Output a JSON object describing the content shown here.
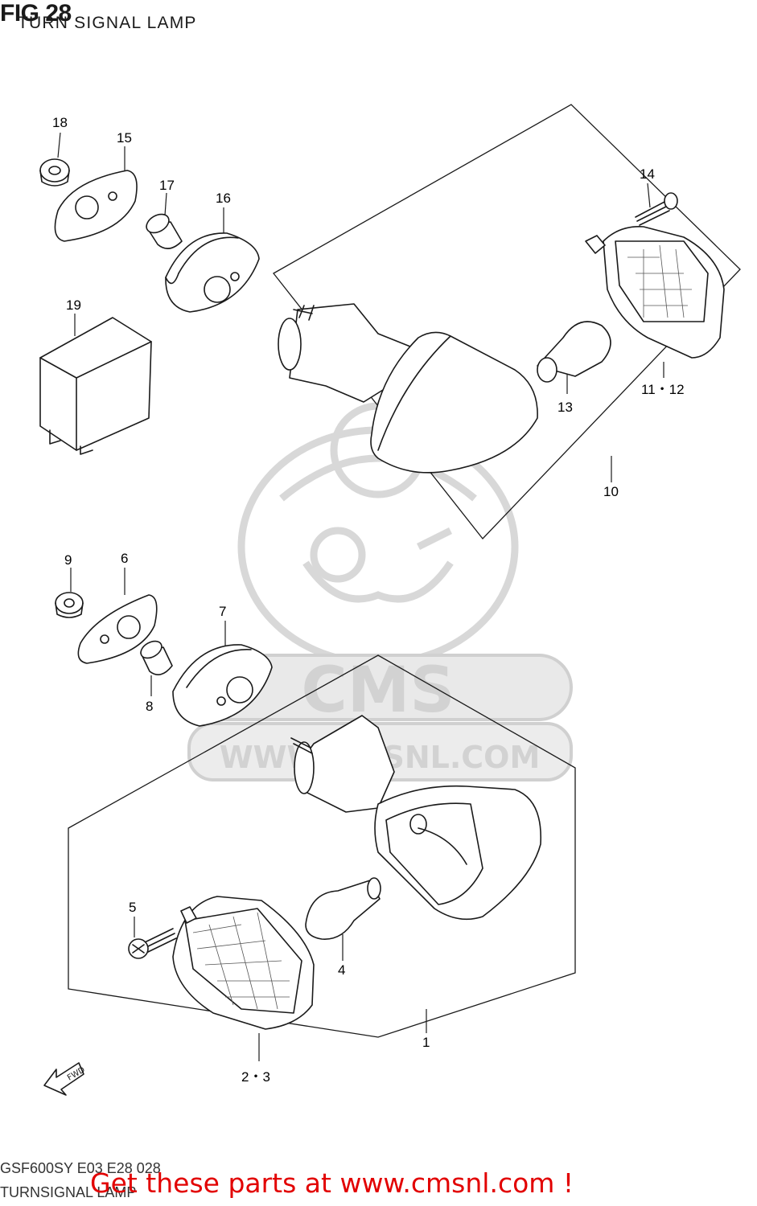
{
  "header": {
    "figure_label": "FIG 28",
    "subtitle": "TURN SIGNAL LAMP"
  },
  "footer": {
    "model_code": "GSF600SY E03 E28 028",
    "caption": "TURNSIGNAL LAMP",
    "promo_text": "Get these parts at www.cmsnl.com !"
  },
  "watermark": {
    "brand": "CMS",
    "url": "WWW.CMSNL.COM"
  },
  "direction_arrow": {
    "label": "FWD"
  },
  "callouts": {
    "c18": "18",
    "c15": "15",
    "c17": "17",
    "c16": "16",
    "c14": "14",
    "c19": "19",
    "c13": "13",
    "c11_12": "11・12",
    "c10": "10",
    "c9": "9",
    "c6": "6",
    "c7": "7",
    "c8": "8",
    "c5": "5",
    "c4": "4",
    "c1": "1",
    "c2_3": "2・3"
  },
  "colors": {
    "line": "#1a1a1a",
    "watermark": "#d8d8d8",
    "promo": "#e20000",
    "background": "#ffffff"
  }
}
